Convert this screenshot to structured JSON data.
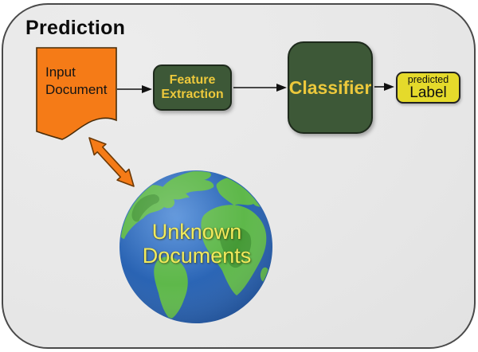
{
  "title": "Prediction",
  "flow": {
    "input_document": "Input Document",
    "feature_extraction": "Feature Extraction",
    "classifier": "Classifier",
    "predicted_line1": "predicted",
    "predicted_line2": "Label",
    "unknown_documents": "Unknown Documents"
  },
  "colors": {
    "panel_bg": "#e8e8e8",
    "panel_border": "#4a4a4a",
    "orange": "#f57b17",
    "orange_outline": "#6e3a06",
    "dark_green_box": "#3d5837",
    "box_text_yellow": "#ecc83c",
    "label_yellow_bg": "#e5da2b",
    "arrow_black": "#111111",
    "globe_ocean": "#2a64b4",
    "globe_land": "#5eb84a",
    "globe_land_dark": "#459a36",
    "globe_text_yellow": "#f2ea5c",
    "text_black": "#141414"
  }
}
